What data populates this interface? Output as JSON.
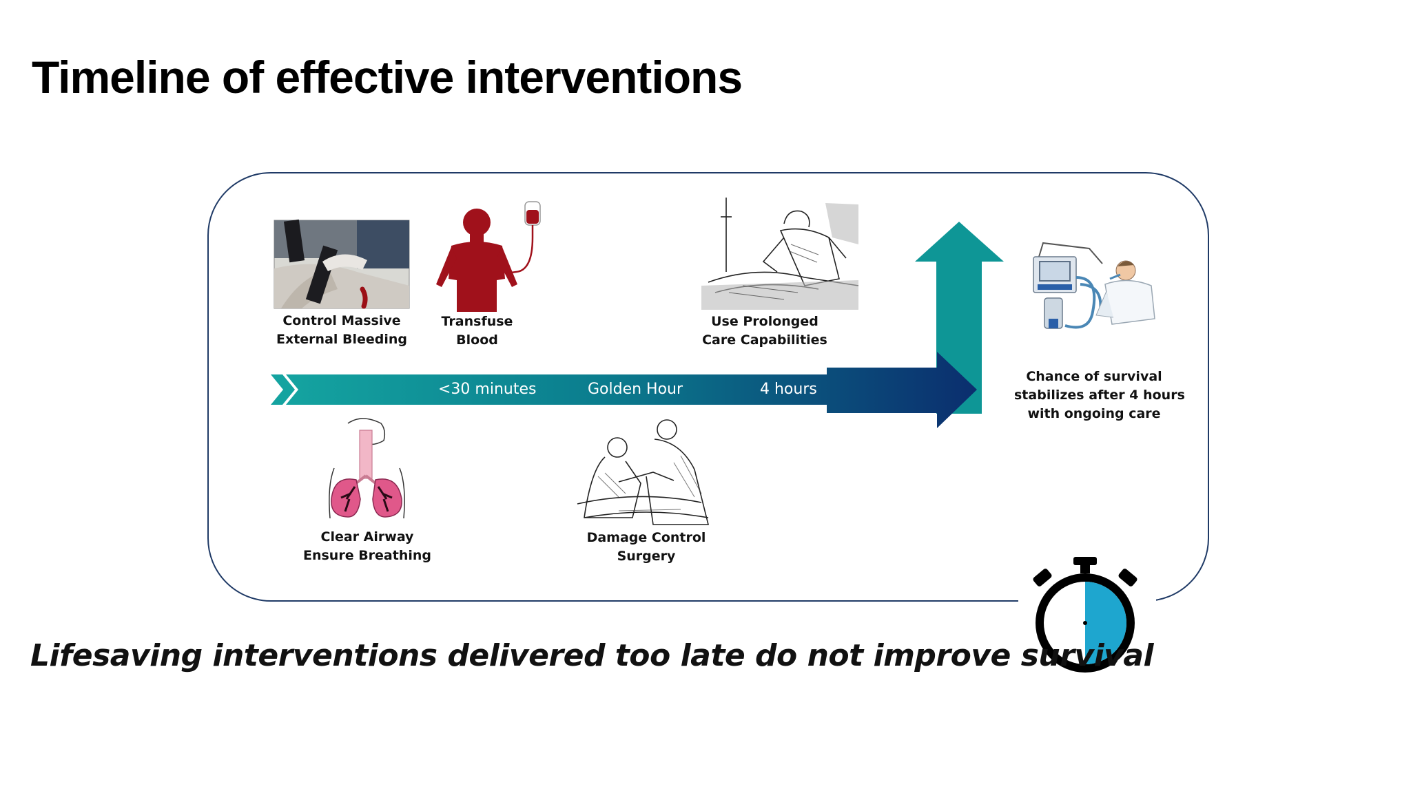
{
  "title": "Timeline of effective interventions",
  "timeline": {
    "markers": [
      "<30 minutes",
      "Golden Hour",
      "4 hours"
    ]
  },
  "interventions": {
    "bleeding": [
      "Control Massive",
      "External Bleeding"
    ],
    "transfuse": [
      "Transfuse",
      "Blood"
    ],
    "prolonged": [
      "Use Prolonged",
      "Care Capabilities"
    ],
    "airway": [
      "Clear Airway",
      "Ensure Breathing"
    ],
    "surgery": [
      "Damage Control",
      "Surgery"
    ]
  },
  "outcome": [
    "Chance of survival",
    "stabilizes after 4 hours",
    "with ongoing care"
  ],
  "tagline": "Lifesaving interventions delivered too late do not improve survival",
  "colors": {
    "timeline_start": "#0f9e9e",
    "timeline_end": "#0b2e6e",
    "up_arrow": "#0e9696",
    "frame": "#1f3a66",
    "blood": "#a0111b",
    "lungs": "#e0588a",
    "stopwatch_fill": "#1ea6cf"
  },
  "icons": [
    "tourniquet-photo",
    "blood-transfusion-icon",
    "field-medic-sketch",
    "lungs-airway-icon",
    "surgeons-sketch",
    "ventilator-patient-icon",
    "stopwatch-icon"
  ]
}
